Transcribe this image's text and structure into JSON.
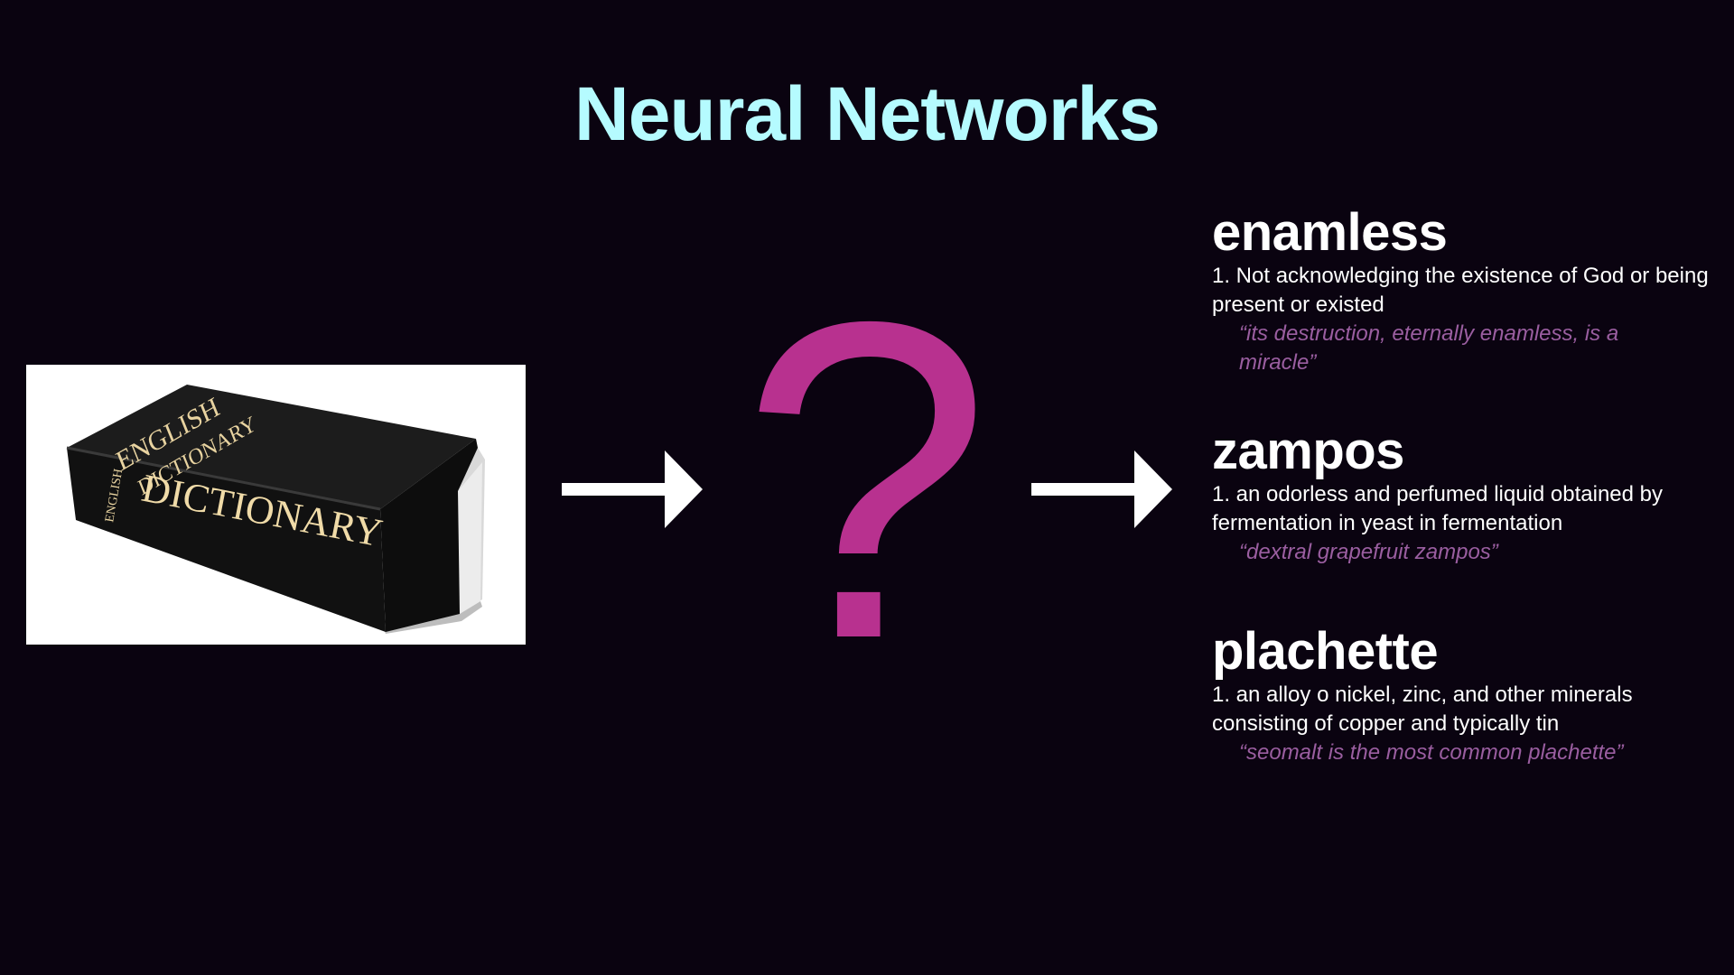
{
  "slide": {
    "title": "Neural Networks",
    "question_mark": "?",
    "book_image": {
      "spine_top": "ENGLISH",
      "title_line1": "ENGLISH",
      "title_line2": "DICTIONARY",
      "spine_main": "DICTIONARY"
    },
    "definitions": [
      {
        "word": "enamless",
        "definition": "1. Not acknowledging the existence of God or being present or existed",
        "example": "“its destruction, eternally enamless, is a miracle”"
      },
      {
        "word": "zampos",
        "definition": "1. an odorless and perfumed liquid obtained by fermentation in yeast in fermentation",
        "example": "“dextral grapefruit zampos”"
      },
      {
        "word": "plachette",
        "definition": "1. an alloy o nickel, zinc, and other minerals consisting of copper and typically tin",
        "example": "“seomalt is the most common plachette”"
      }
    ]
  },
  "colors": {
    "background": "#0a0310",
    "title": "#b5fbff",
    "question_mark": "#b8318f",
    "arrow": "#ffffff",
    "word": "#ffffff",
    "example": "#9a5ea0"
  },
  "icons": {
    "left_arrow": "right-arrow-icon",
    "right_arrow": "right-arrow-icon",
    "book": "dictionary-book-icon"
  }
}
